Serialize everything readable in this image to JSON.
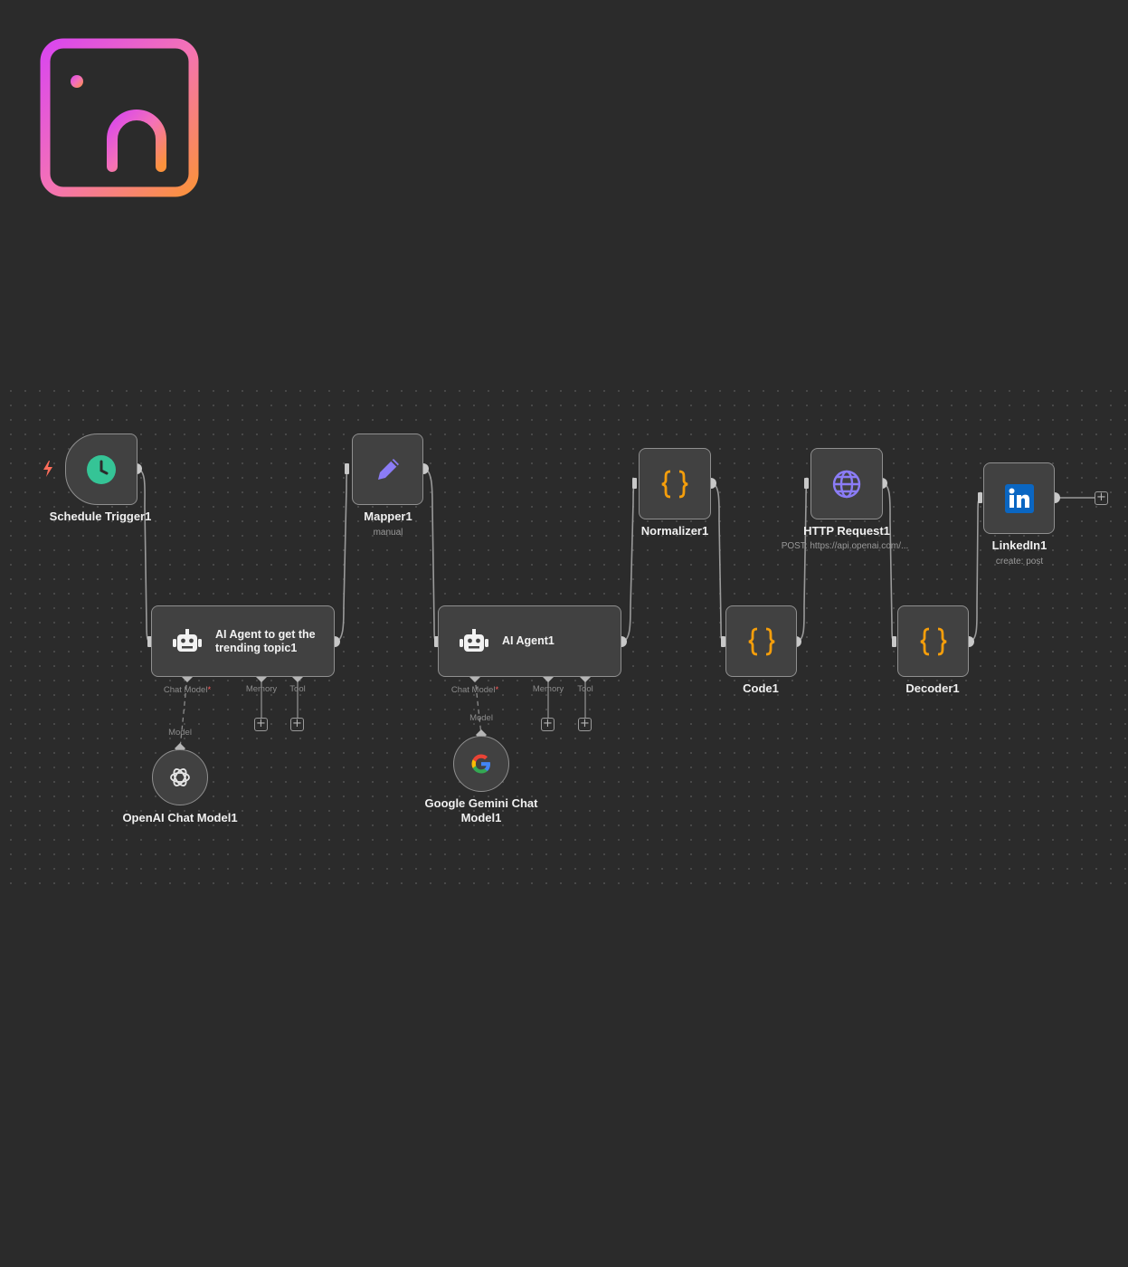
{
  "brand": {
    "icon": "instagram-style-linkedin-logo",
    "gradient": [
      "#d946ef",
      "#f472b6",
      "#fb923c"
    ]
  },
  "workflow": {
    "nodes": {
      "schedule_trigger": {
        "label": "Schedule Trigger1",
        "icon": "clock-icon",
        "color": "#35c496"
      },
      "agent_trending": {
        "title": "AI Agent to get the trending topic1",
        "icon": "robot-icon"
      },
      "mapper": {
        "label": "Mapper1",
        "sub": "manual",
        "icon": "pencil-icon",
        "color": "#8b7cf6"
      },
      "agent1": {
        "title": "AI Agent1",
        "icon": "robot-icon"
      },
      "normalizer": {
        "label": "Normalizer1",
        "icon": "code-braces-icon",
        "color": "#f59e0b"
      },
      "code": {
        "label": "Code1",
        "icon": "code-braces-icon",
        "color": "#f59e0b"
      },
      "http_request": {
        "label": "HTTP Request1",
        "sub": "POST: https://api.openai.com/...",
        "icon": "globe-icon",
        "color": "#8b7cf6"
      },
      "decoder": {
        "label": "Decoder1",
        "icon": "code-braces-icon",
        "color": "#f59e0b"
      },
      "linkedin": {
        "label": "LinkedIn1",
        "sub": "create: post",
        "icon": "linkedin-icon",
        "color": "#0a66c2"
      },
      "openai_model": {
        "label": "OpenAI Chat Model1",
        "icon": "openai-icon"
      },
      "gemini_model": {
        "label": "Google Gemini Chat Model1",
        "icon": "google-icon"
      }
    },
    "ports": {
      "chat_model": "Chat Model",
      "required_mark": "*",
      "memory": "Memory",
      "tool": "Tool",
      "model": "Model"
    },
    "plus": "+"
  }
}
